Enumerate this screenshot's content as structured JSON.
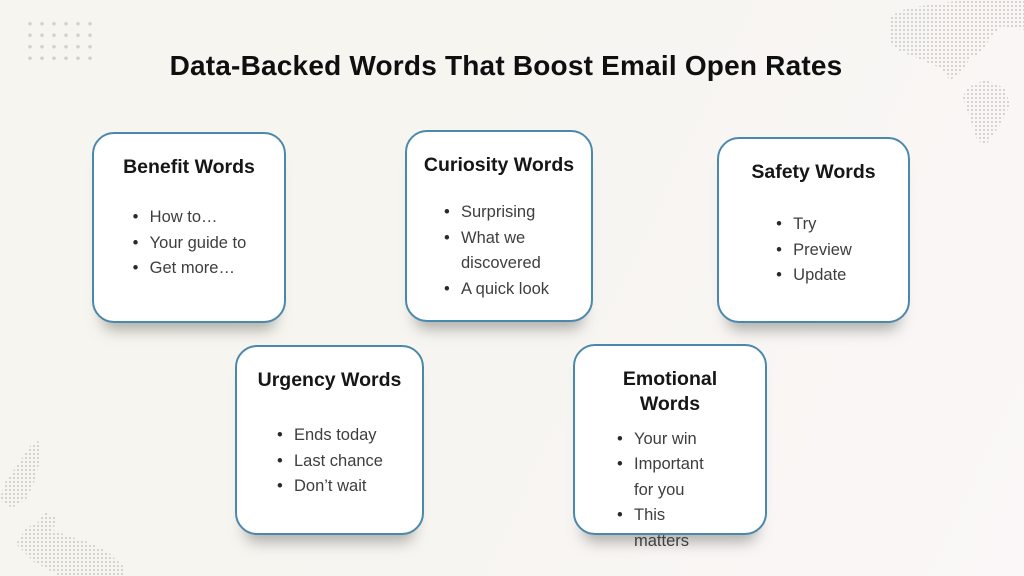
{
  "page": {
    "title": "Data-Backed Words That Boost Email Open Rates"
  },
  "cards": [
    {
      "title": "Benefit Words",
      "items": [
        "How to…",
        "Your guide to",
        "Get more…"
      ]
    },
    {
      "title": "Curiosity Words",
      "items": [
        "Surprising",
        "What we discovered",
        "A quick look"
      ]
    },
    {
      "title": "Safety Words",
      "items": [
        "Try",
        "Preview",
        "Update"
      ]
    },
    {
      "title": "Urgency Words",
      "items": [
        "Ends today",
        "Last chance",
        "Don’t wait"
      ]
    },
    {
      "title": "Emotional Words",
      "items": [
        "Your win",
        "Important for you",
        "This matters"
      ]
    }
  ],
  "colors": {
    "card_border": "#4b89ac",
    "card_background": "#ffffff",
    "title_text": "#0f0f0f",
    "card_title_text": "#161616",
    "item_text": "#3e3e3e",
    "background_left": "#f6f5ef",
    "background_right": "#fbf7f8",
    "decor_dots": "#c9c8c3"
  },
  "decor": {
    "dot_grid": "decorative dot grid",
    "map_top_right": "dotted world map fragment (Americas)",
    "map_bottom_left": "dotted map fragment"
  }
}
